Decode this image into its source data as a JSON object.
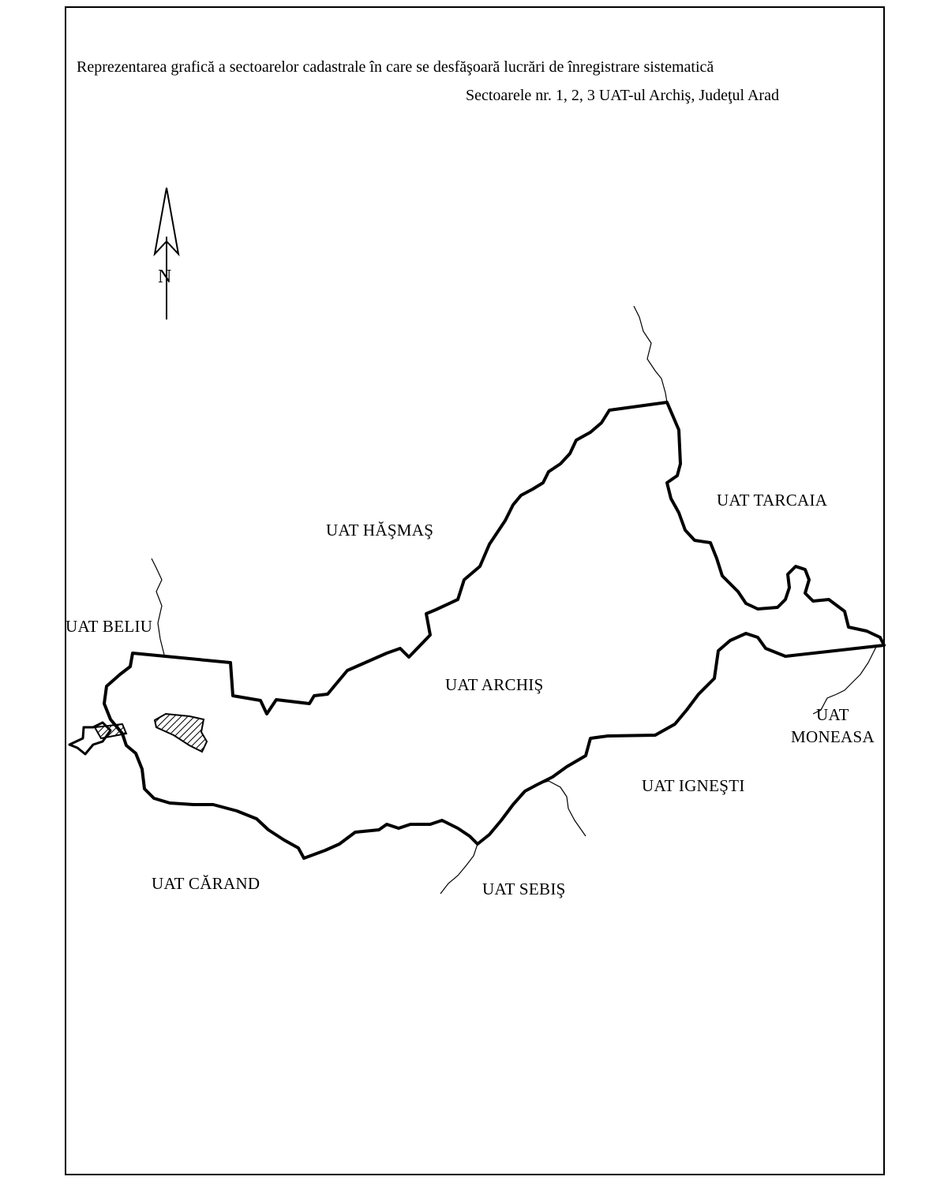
{
  "title": {
    "line1": "Reprezentarea grafică a sectoarelor cadastrale în care se desfăşoară lucrări de  înregistrare sistematică",
    "line2": "Sectoarele nr. 1, 2, 3  UAT-ul Archiş, Judeţul Arad"
  },
  "north_arrow": {
    "letter": "N",
    "icon": "north-arrow-icon"
  },
  "labels": {
    "hasmas": "UAT HĂŞMAŞ",
    "tarcaia": "UAT TARCAIA",
    "beliu": "UAT BELIU",
    "archis": "UAT ARCHIŞ",
    "moneasa_1": "UAT",
    "moneasa_2": "MONEASA",
    "ignesti": "UAT IGNEŞTI",
    "carand": "UAT CĂRAND",
    "sebis": "UAT SEBIŞ"
  },
  "colors": {
    "line": "#000000",
    "background": "#ffffff"
  }
}
